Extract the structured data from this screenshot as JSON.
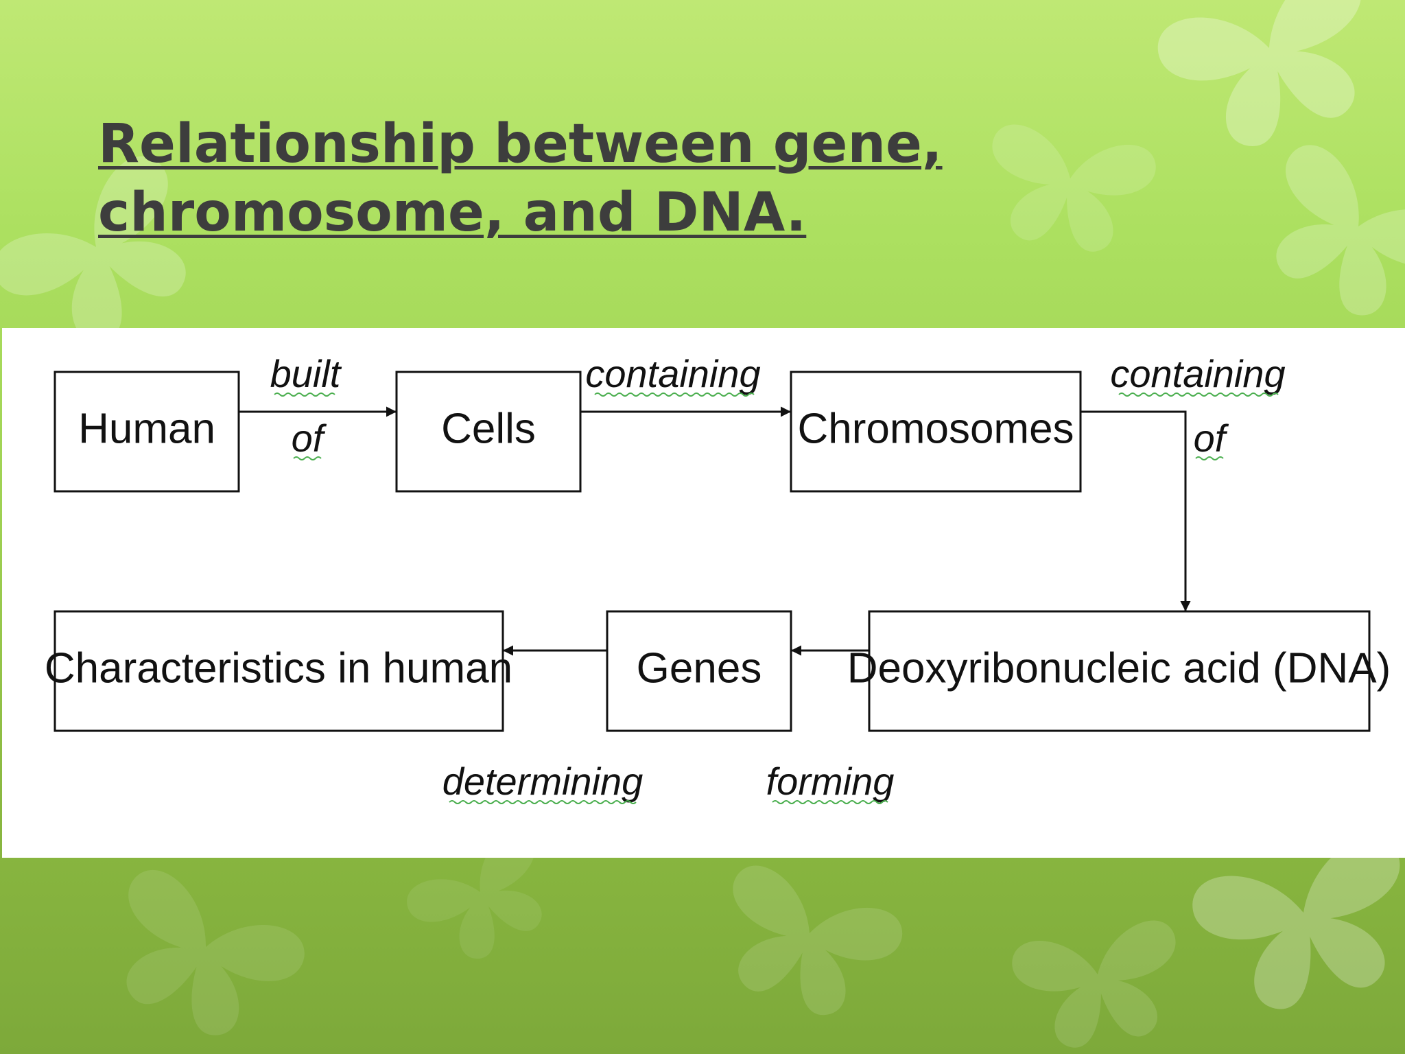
{
  "slide": {
    "title_line1": "Relationship between gene,",
    "title_line2": "chromosome, and DNA.",
    "background_colors": [
      "#bfe874",
      "#9ed052",
      "#7da93a"
    ],
    "text_color": "#3d3d3d",
    "decoration": "butterfly-silhouettes"
  },
  "diagram": {
    "nodes": {
      "human": "Human",
      "cells": "Cells",
      "chromosomes": "Chromosomes",
      "dna": "Deoxyribonucleic acid (DNA)",
      "genes": "Genes",
      "characteristics": "Characteristics in human"
    },
    "edges": {
      "built_of_1": "built",
      "built_of_2": "of",
      "containing_1": "containing",
      "containing_of_1": "containing",
      "containing_of_2": "of",
      "forming": "forming",
      "determining": "determining"
    }
  }
}
